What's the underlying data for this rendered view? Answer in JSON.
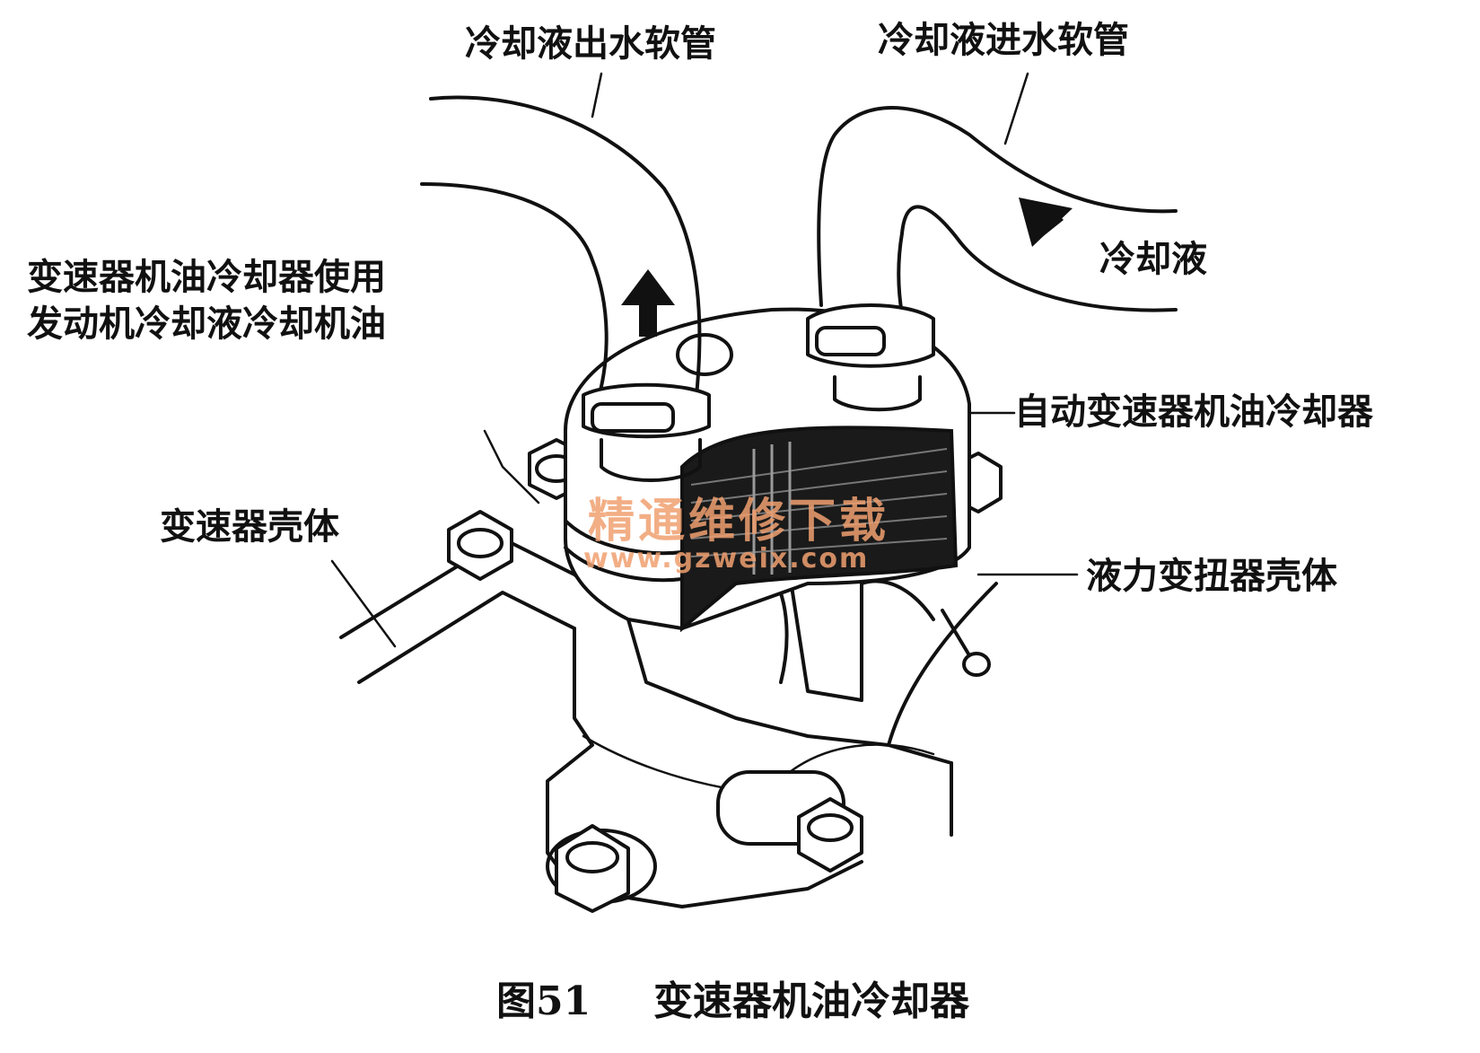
{
  "labels": {
    "outlet_hose": "冷却液出水软管",
    "inlet_hose": "冷却液进水软管",
    "coolant": "冷却液",
    "note_line1": "变速器机油冷却器使用",
    "note_line2": "发动机冷却液冷却机油",
    "atf_cooler": "自动变速器机油冷却器",
    "transmission_case": "变速器壳体",
    "converter_housing": "液力变扭器壳体"
  },
  "caption": {
    "figure_number": "图51",
    "title": "变速器机油冷却器"
  },
  "watermark": {
    "text": "精通维修下载",
    "url": "www.gzweix.com",
    "color": "#f0a070"
  }
}
